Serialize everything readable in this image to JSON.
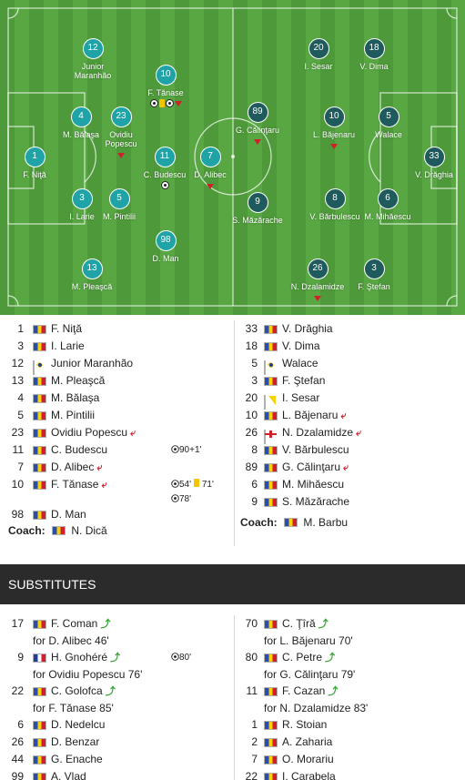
{
  "pitch": {
    "home_color": "#1fa3a6",
    "away_color": "#1f5a5c",
    "home_players": [
      {
        "number": "12",
        "name": "Junior\nMaranhão"
      },
      {
        "number": "10",
        "name": "F. Tănase",
        "marks": [
          "ball",
          "yellow-card",
          "ball",
          "sub-out"
        ]
      },
      {
        "number": "4",
        "name": "M. Bălaşa"
      },
      {
        "number": "23",
        "name": "Ovidiu\nPopescu",
        "marks": [
          "sub-out"
        ]
      },
      {
        "number": "1",
        "name": "F. Niţă"
      },
      {
        "number": "11",
        "name": "C. Budescu",
        "marks": [
          "ball"
        ]
      },
      {
        "number": "7",
        "name": "D. Alibec",
        "marks": [
          "sub-out"
        ]
      },
      {
        "number": "3",
        "name": "I. Larie"
      },
      {
        "number": "5",
        "name": "M. Pintilii"
      },
      {
        "number": "98",
        "name": "D. Man"
      },
      {
        "number": "13",
        "name": "M. Pleaşcă"
      }
    ],
    "away_players": [
      {
        "number": "20",
        "name": "I. Sesar"
      },
      {
        "number": "18",
        "name": "V. Dima"
      },
      {
        "number": "89",
        "name": "G. Călinţaru",
        "marks": [
          "sub-out"
        ]
      },
      {
        "number": "10",
        "name": "L. Băjenaru",
        "marks": [
          "sub-out"
        ]
      },
      {
        "number": "5",
        "name": "Walace"
      },
      {
        "number": "33",
        "name": "V. Drăghia"
      },
      {
        "number": "9",
        "name": "S. Măzărache"
      },
      {
        "number": "8",
        "name": "V. Bărbulescu"
      },
      {
        "number": "6",
        "name": "M. Mihăescu"
      },
      {
        "number": "26",
        "name": "N. Dzalamidze",
        "marks": [
          "sub-out"
        ]
      },
      {
        "number": "3",
        "name": "F. Ştefan"
      }
    ]
  },
  "lineups": {
    "home": [
      {
        "number": "1",
        "flag": "ro",
        "name": "F. Niţă"
      },
      {
        "number": "3",
        "flag": "ro",
        "name": "I. Larie"
      },
      {
        "number": "12",
        "flag": "br",
        "name": "Junior Maranhão"
      },
      {
        "number": "13",
        "flag": "ro",
        "name": "M. Pleaşcă"
      },
      {
        "number": "4",
        "flag": "ro",
        "name": "M. Bălaşa"
      },
      {
        "number": "5",
        "flag": "ro",
        "name": "M. Pintilii"
      },
      {
        "number": "23",
        "flag": "ro",
        "name": "Ovidiu Popescu",
        "sub_out": true
      },
      {
        "number": "11",
        "flag": "ro",
        "name": "C. Budescu",
        "goals": [
          "90+1'"
        ]
      },
      {
        "number": "7",
        "flag": "ro",
        "name": "D. Alibec",
        "sub_out": true
      },
      {
        "number": "10",
        "flag": "ro",
        "name": "F. Tănase",
        "sub_out": true,
        "goals": [
          "54'",
          "78'"
        ],
        "yellow": "71'"
      },
      {
        "number": "98",
        "flag": "ro",
        "name": "D. Man"
      }
    ],
    "home_coach_label": "Coach:",
    "home_coach": {
      "flag": "ro",
      "name": "N. Dică"
    },
    "away": [
      {
        "number": "33",
        "flag": "ro",
        "name": "V. Drăghia"
      },
      {
        "number": "18",
        "flag": "ro",
        "name": "V. Dima"
      },
      {
        "number": "5",
        "flag": "br",
        "name": "Walace"
      },
      {
        "number": "3",
        "flag": "ro",
        "name": "F. Ştefan"
      },
      {
        "number": "20",
        "flag": "ba",
        "name": "I. Sesar"
      },
      {
        "number": "10",
        "flag": "ro",
        "name": "L. Băjenaru",
        "sub_out": true
      },
      {
        "number": "26",
        "flag": "en",
        "name": "N. Dzalamidze",
        "sub_out": true
      },
      {
        "number": "8",
        "flag": "ro",
        "name": "V. Bărbulescu"
      },
      {
        "number": "89",
        "flag": "ro",
        "name": "G. Călinţaru",
        "sub_out": true
      },
      {
        "number": "6",
        "flag": "ro",
        "name": "M. Mihăescu"
      },
      {
        "number": "9",
        "flag": "ro",
        "name": "S. Măzărache"
      }
    ],
    "away_coach_label": "Coach:",
    "away_coach": {
      "flag": "ro",
      "name": "M. Barbu"
    }
  },
  "substitutes": {
    "header": "SUBSTITUTES",
    "home": [
      {
        "number": "17",
        "flag": "ro",
        "name": "F. Coman",
        "sub_in": true,
        "for": "for D. Alibec 46'"
      },
      {
        "number": "9",
        "flag": "fr",
        "name": "H. Gnohéré",
        "sub_in": true,
        "for": "for Ovidiu Popescu 76'",
        "goals": [
          "80'"
        ]
      },
      {
        "number": "22",
        "flag": "ro",
        "name": "C. Golofca",
        "sub_in": true,
        "for": "for F. Tănase 85'"
      },
      {
        "number": "6",
        "flag": "ro",
        "name": "D. Nedelcu"
      },
      {
        "number": "26",
        "flag": "ro",
        "name": "D. Benzar"
      },
      {
        "number": "44",
        "flag": "ro",
        "name": "G. Enache"
      },
      {
        "number": "99",
        "flag": "ro",
        "name": "A. Vlad"
      }
    ],
    "away": [
      {
        "number": "70",
        "flag": "ro",
        "name": "C. Ţîră",
        "sub_in": true,
        "for": "for L. Băjenaru 70'"
      },
      {
        "number": "80",
        "flag": "ro",
        "name": "C. Petre",
        "sub_in": true,
        "for": "for G. Călinţaru 79'"
      },
      {
        "number": "11",
        "flag": "ro",
        "name": "F. Cazan",
        "sub_in": true,
        "for": "for N. Dzalamidze 83'"
      },
      {
        "number": "1",
        "flag": "ro",
        "name": "R. Stoian"
      },
      {
        "number": "2",
        "flag": "ro",
        "name": "A. Zaharia"
      },
      {
        "number": "7",
        "flag": "ro",
        "name": "O. Morariu"
      },
      {
        "number": "22",
        "flag": "ro",
        "name": "I. Carabela"
      }
    ]
  }
}
